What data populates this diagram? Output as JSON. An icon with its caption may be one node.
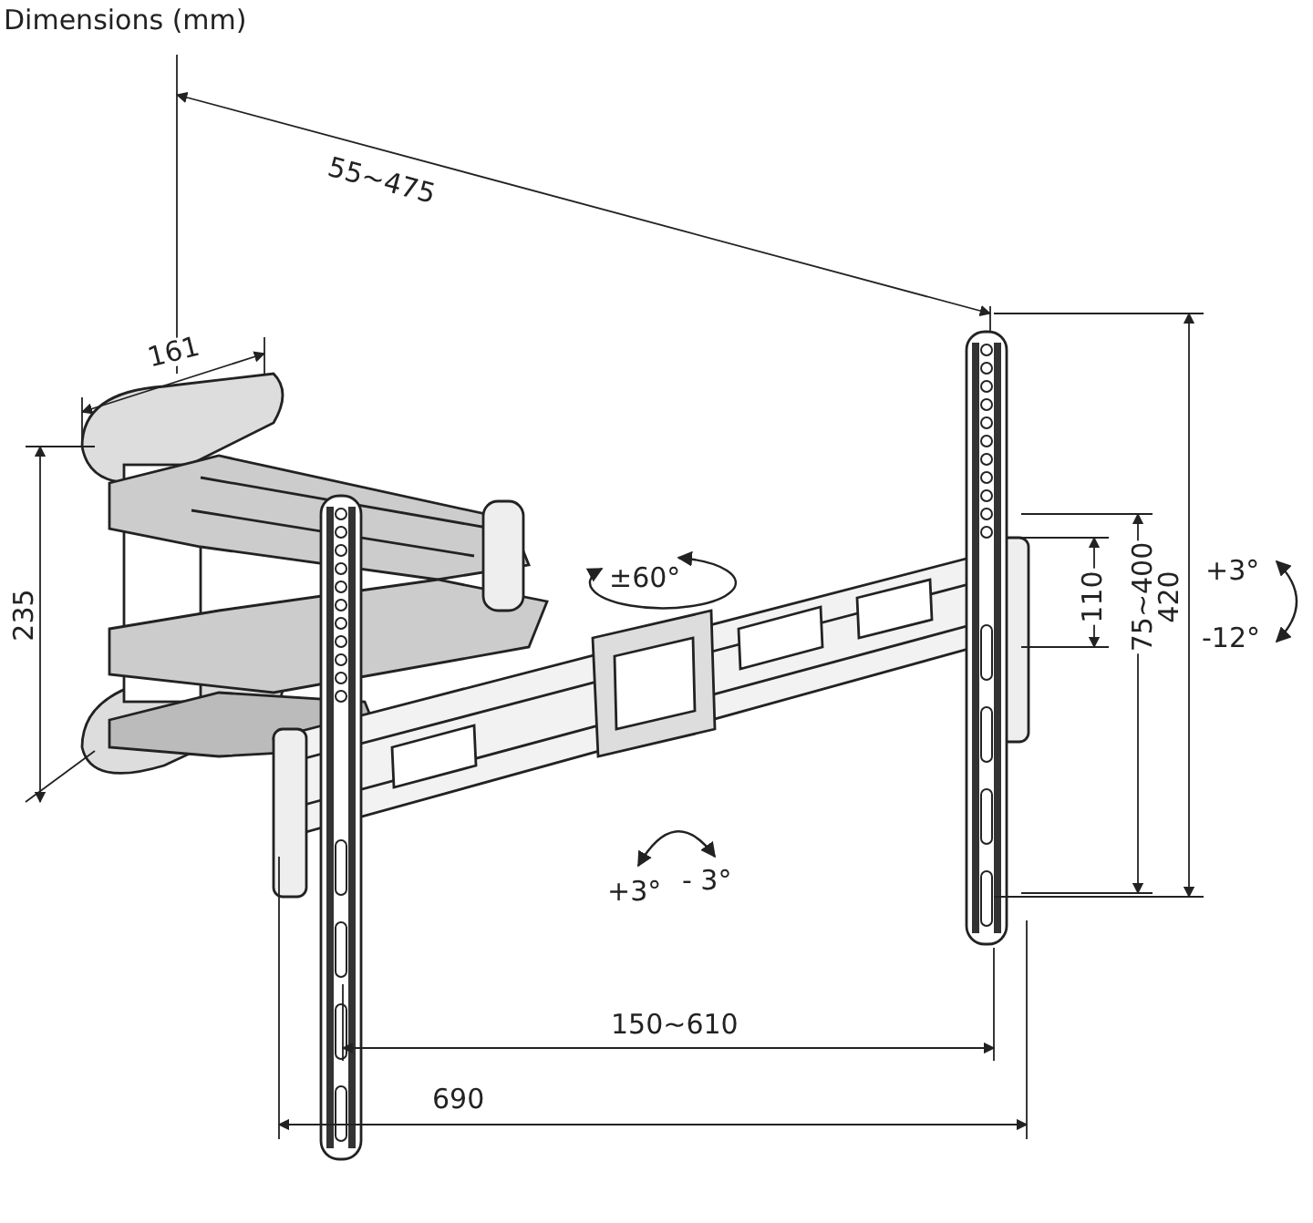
{
  "diagram": {
    "title": "Dimensions (mm)",
    "labels": [
      "55~475",
      "161",
      "235",
      "±60°",
      "110",
      "75~400",
      "420",
      "+3°",
      "-12°",
      "+3°",
      "- 3°",
      "150~610",
      "690"
    ]
  }
}
